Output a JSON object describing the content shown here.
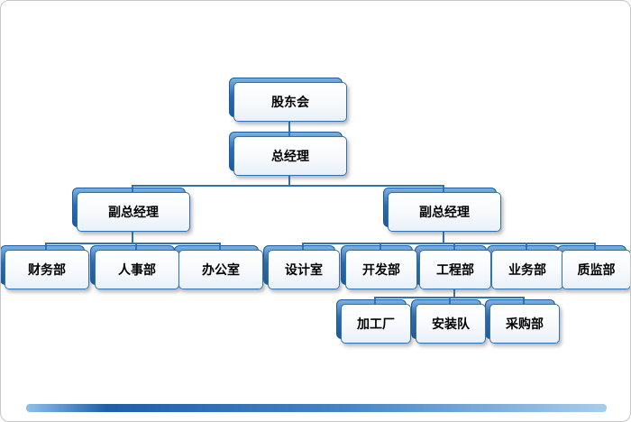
{
  "diagram": {
    "type": "org-chart",
    "nodes": [
      {
        "label": "股东会"
      },
      {
        "label": "总经理"
      },
      {
        "label": "副总经理"
      },
      {
        "label": "副总经理"
      },
      {
        "label": "财务部"
      },
      {
        "label": "人事部"
      },
      {
        "label": "办公室"
      },
      {
        "label": "设计室"
      },
      {
        "label": "开发部"
      },
      {
        "label": "工程部"
      },
      {
        "label": "业务部"
      },
      {
        "label": "质监部"
      },
      {
        "label": "加工厂"
      },
      {
        "label": "安装队"
      },
      {
        "label": "采购部"
      }
    ],
    "hierarchy": {
      "label": "股东会",
      "children": [
        {
          "label": "总经理",
          "children": [
            {
              "label": "副总经理",
              "children": [
                {
                  "label": "财务部"
                },
                {
                  "label": "人事部"
                },
                {
                  "label": "办公室"
                }
              ]
            },
            {
              "label": "副总经理",
              "children": [
                {
                  "label": "设计室"
                },
                {
                  "label": "开发部"
                },
                {
                  "label": "工程部",
                  "children": [
                    {
                      "label": "加工厂"
                    },
                    {
                      "label": "安装队"
                    },
                    {
                      "label": "采购部"
                    }
                  ]
                },
                {
                  "label": "业务部"
                },
                {
                  "label": "质监部"
                }
              ]
            }
          ]
        }
      ]
    },
    "colors": {
      "node_border": "#2e74b5",
      "node_accent_top": "#7db1e0",
      "node_accent_bottom": "#1d5a9d",
      "node_fill": "#ffffff",
      "connector": "#2e74b5",
      "bottom_bar_dark": "#1f5fa8",
      "bottom_bar_light": "#a9cdeb",
      "frame_border": "#c6c6c6"
    }
  }
}
